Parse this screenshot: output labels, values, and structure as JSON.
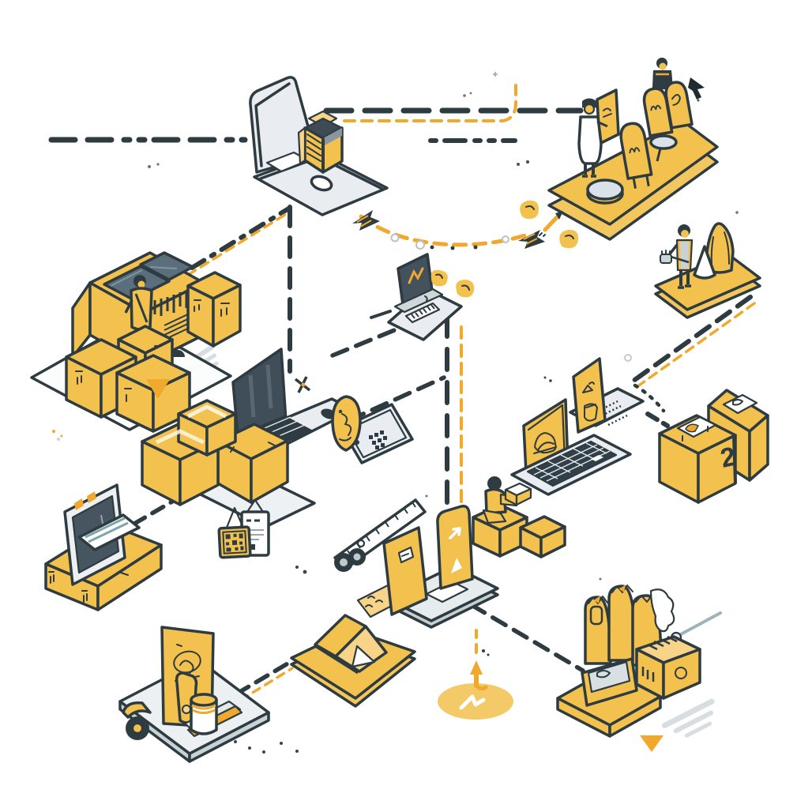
{
  "scene": {
    "description": "Isometric illustration of an e-commerce order, packing and delivery workflow; yellow parcels, laptops, platforms with people and carts connected by black and yellow dashed lines",
    "background": "#FFFFFF"
  },
  "labels": {
    "box_count": "2"
  },
  "colors": {
    "ink": "#2E3B41",
    "yellow": "#F2C14E",
    "yellowSoft": "#F7D488",
    "gold": "#F0A92D",
    "grayLight": "#E9EDF1",
    "graySteel": "#C9D2D6",
    "screen": "#46555F",
    "blueGlass": "#5B6E7C",
    "white": "#FFFFFF",
    "speck": "#6B7680",
    "watermark": "#D8DDE0"
  },
  "elements": [
    {
      "name": "laptop-with-parcel",
      "desc": "large laptop with open shipping box on its base, top center"
    },
    {
      "name": "checkout-platform",
      "desc": "yellow platform top right with clerk in white coat, customer and rounded seat panels"
    },
    {
      "name": "handover-platform",
      "desc": "small yellow platform right side with worker, robed figure and white sack"
    },
    {
      "name": "packing-machine",
      "desc": "yellow packing machine with glass hoods, worker standing on boxes, left side"
    },
    {
      "name": "laptop-with-boxes",
      "desc": "laptop with dark screen and stacked parcels, center left"
    },
    {
      "name": "mini-laptop-dock",
      "desc": "small laptop on gray dock with barcode strip, center"
    },
    {
      "name": "mascot-phone",
      "desc": "yellow mascot blob beside phone with QR code, center"
    },
    {
      "name": "price-tags",
      "desc": "yellow QR tag and white label tag, center left"
    },
    {
      "name": "monitor-on-box",
      "desc": "monitor leaning on flat yellow carton, bottom left"
    },
    {
      "name": "measuring-tape",
      "desc": "white ruler strip with two dark rolls, center bottom"
    },
    {
      "name": "tent-mat",
      "desc": "yellow mat with folded tent box, bottom center"
    },
    {
      "name": "kiosk-platform",
      "desc": "gray platform with yellow cards and arrow glyphs, bottom center"
    },
    {
      "name": "sitting-courier",
      "desc": "small person sitting on parcels holding a package, center right"
    },
    {
      "name": "double-screen-laptop",
      "desc": "keyboard deck with two yellow sketch screens and QR patch, right"
    },
    {
      "name": "numbered-parcels",
      "desc": "two yellow parcels with labels and a count digit, far right"
    },
    {
      "name": "shopping-bags",
      "desc": "yellow shopping bags and crates on base, bottom right"
    },
    {
      "name": "delivery-cart",
      "desc": "gray cart with wheel, yellow sketch panel and jar, bottom left"
    },
    {
      "name": "location-pin",
      "desc": "yellow ellipse with upward arrow, bottom center"
    },
    {
      "name": "send-arc",
      "desc": "curved yellow dashed arc with striped arrowheads between laptop and checkout platform"
    },
    {
      "name": "cursor-arrow",
      "desc": "black mouse pointer, top right"
    },
    {
      "name": "dashed-routes",
      "desc": "black and yellow dashed connector lines"
    },
    {
      "name": "warning-triangles",
      "desc": "small solid yellow triangles"
    },
    {
      "name": "watermark-text",
      "desc": "faint illegible slanted gray text marks"
    }
  ]
}
